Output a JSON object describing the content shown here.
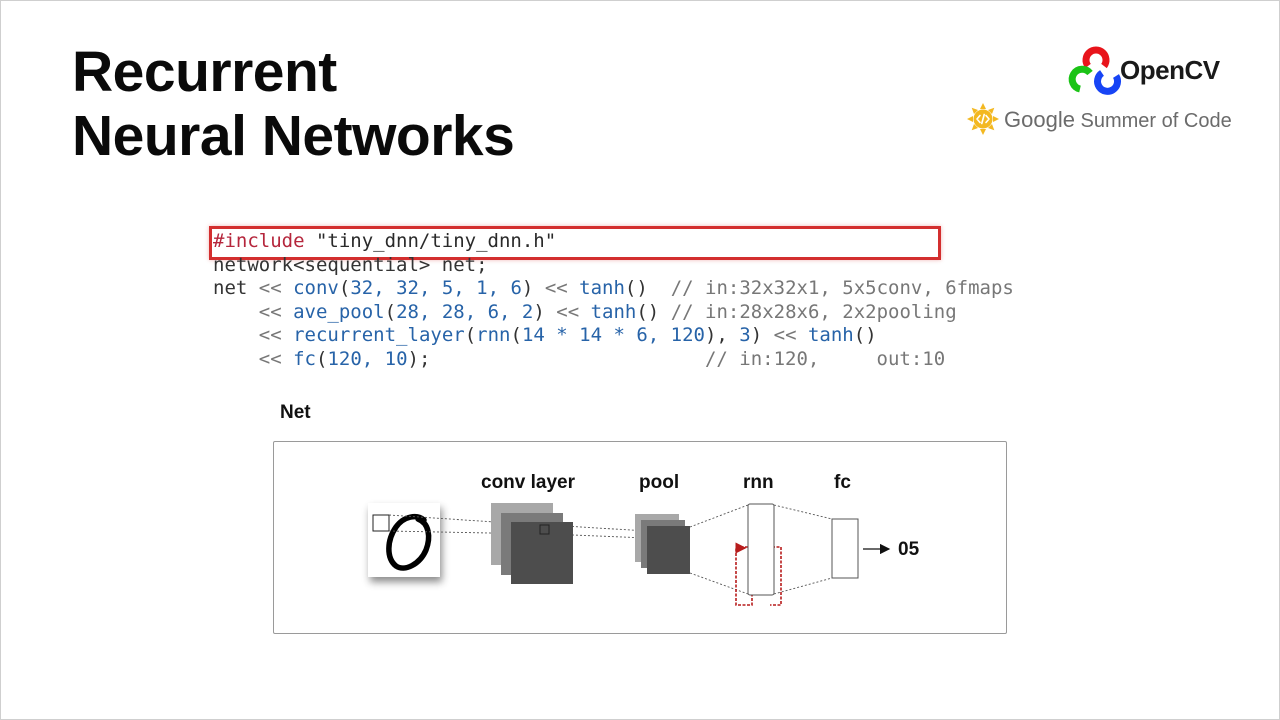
{
  "slide": {
    "title_line1": "Recurrent",
    "title_line2": "Neural Networks"
  },
  "logos": {
    "opencv_text": "OpenCV",
    "gsoc_google": "Google",
    "gsoc_rest": "Summer of Code"
  },
  "code": {
    "line1": {
      "pp": "#include",
      "str": " \"tiny_dnn/tiny_dnn.h\""
    },
    "line2": "network<sequential> net;",
    "line3": {
      "a": "net ",
      "op": "<<",
      "b": " ",
      "fn": "conv",
      "c": "(",
      "args": "32, 32, 5, 1, 6",
      "d": ") ",
      "op2": "<<",
      "e": " ",
      "fn2": "tanh",
      "f": "()  ",
      "cm": "// in:32x32x1, 5x5conv, 6fmaps"
    },
    "line4": {
      "a": "    ",
      "op": "<<",
      "b": " ",
      "fn": "ave_pool",
      "c": "(",
      "args": "28, 28, 6, 2",
      "d": ") ",
      "op2": "<<",
      "e": " ",
      "fn2": "tanh",
      "f": "() ",
      "cm": "// in:28x28x6, 2x2pooling"
    },
    "line5": {
      "a": "    ",
      "op": "<<",
      "b": " ",
      "fn": "recurrent_layer",
      "c": "(",
      "fn3": "rnn",
      "c2": "(",
      "args": "14 * 14 * 6, 120",
      "d": "), ",
      "args2": "3",
      "d2": ") ",
      "op2": "<<",
      "e": " ",
      "fn2": "tanh",
      "f": "()"
    },
    "line6": {
      "a": "    ",
      "op": "<<",
      "b": " ",
      "fn": "fc",
      "c": "(",
      "args": "120, 10",
      "d": ");",
      "pad": "                        ",
      "cm": "// in:120,     out:10"
    }
  },
  "diagram": {
    "net_label": "Net",
    "conv_label": "conv layer",
    "pool_label": "pool",
    "rnn_label": "rnn",
    "fc_label": "fc",
    "output_label": "05",
    "colors": {
      "dark_fmap": "#4d4d4d",
      "mid_fmap": "#7a7a7a",
      "light_fmap": "#a8a8a8",
      "rnn_loop": "#b71c1c",
      "highlight": "#d32f2f"
    }
  }
}
